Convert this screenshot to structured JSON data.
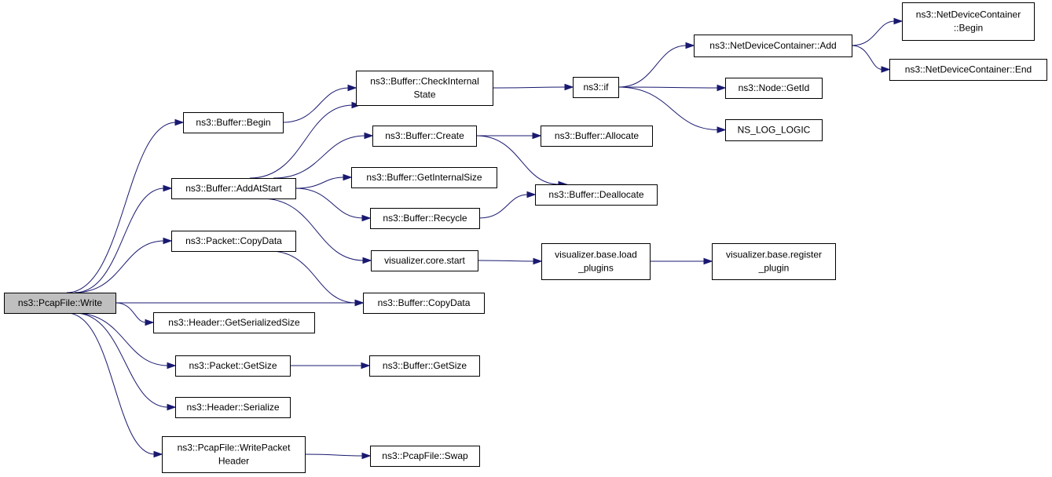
{
  "graph": {
    "nodes": {
      "write": [
        "ns3::PcapFile::Write"
      ],
      "bufBegin": [
        "ns3::Buffer::Begin"
      ],
      "addAtStart": [
        "ns3::Buffer::AddAtStart"
      ],
      "pktCopyData": [
        "ns3::Packet::CopyData"
      ],
      "bufCopyData": [
        "ns3::Buffer::CopyData"
      ],
      "hdrGetSerSize": [
        "ns3::Header::GetSerializedSize"
      ],
      "pktGetSize": [
        "ns3::Packet::GetSize"
      ],
      "hdrSerialize": [
        "ns3::Header::Serialize"
      ],
      "writePktHdr": [
        "ns3::PcapFile::WritePacket",
        "Header"
      ],
      "checkInternal": [
        "ns3::Buffer::CheckInternal",
        "State"
      ],
      "bufCreate": [
        "ns3::Buffer::Create"
      ],
      "getInternalSize": [
        "ns3::Buffer::GetInternalSize"
      ],
      "recycle": [
        "ns3::Buffer::Recycle"
      ],
      "vizCoreStart": [
        "visualizer.core.start"
      ],
      "bufGetSize": [
        "ns3::Buffer::GetSize"
      ],
      "swap": [
        "ns3::PcapFile::Swap"
      ],
      "nsIf": [
        "ns3::if"
      ],
      "allocate": [
        "ns3::Buffer::Allocate"
      ],
      "deallocate": [
        "ns3::Buffer::Deallocate"
      ],
      "loadPlugins": [
        "visualizer.base.load",
        "_plugins"
      ],
      "registerPlugin": [
        "visualizer.base.register",
        "_plugin"
      ],
      "ndcAdd": [
        "ns3::NetDeviceContainer::Add"
      ],
      "nodeGetId": [
        "ns3::Node::GetId"
      ],
      "nsLogLogic": [
        "NS_LOG_LOGIC"
      ],
      "ndcBegin": [
        "ns3::NetDeviceContainer",
        "::Begin"
      ],
      "ndcEnd": [
        "ns3::NetDeviceContainer::End"
      ]
    },
    "edges": [
      [
        "write",
        "bufBegin"
      ],
      [
        "write",
        "addAtStart"
      ],
      [
        "write",
        "pktCopyData"
      ],
      [
        "write",
        "bufCopyData"
      ],
      [
        "write",
        "hdrGetSerSize"
      ],
      [
        "write",
        "pktGetSize"
      ],
      [
        "write",
        "hdrSerialize"
      ],
      [
        "write",
        "writePktHdr"
      ],
      [
        "bufBegin",
        "checkInternal"
      ],
      [
        "addAtStart",
        "checkInternal"
      ],
      [
        "addAtStart",
        "bufCreate"
      ],
      [
        "addAtStart",
        "getInternalSize"
      ],
      [
        "addAtStart",
        "recycle"
      ],
      [
        "addAtStart",
        "vizCoreStart"
      ],
      [
        "pktCopyData",
        "bufCopyData"
      ],
      [
        "pktGetSize",
        "bufGetSize"
      ],
      [
        "writePktHdr",
        "swap"
      ],
      [
        "checkInternal",
        "nsIf"
      ],
      [
        "bufCreate",
        "allocate"
      ],
      [
        "bufCreate",
        "deallocate"
      ],
      [
        "recycle",
        "deallocate"
      ],
      [
        "vizCoreStart",
        "loadPlugins"
      ],
      [
        "loadPlugins",
        "registerPlugin"
      ],
      [
        "nsIf",
        "ndcAdd"
      ],
      [
        "nsIf",
        "nodeGetId"
      ],
      [
        "nsIf",
        "nsLogLogic"
      ],
      [
        "ndcAdd",
        "ndcBegin"
      ],
      [
        "ndcAdd",
        "ndcEnd"
      ]
    ]
  }
}
